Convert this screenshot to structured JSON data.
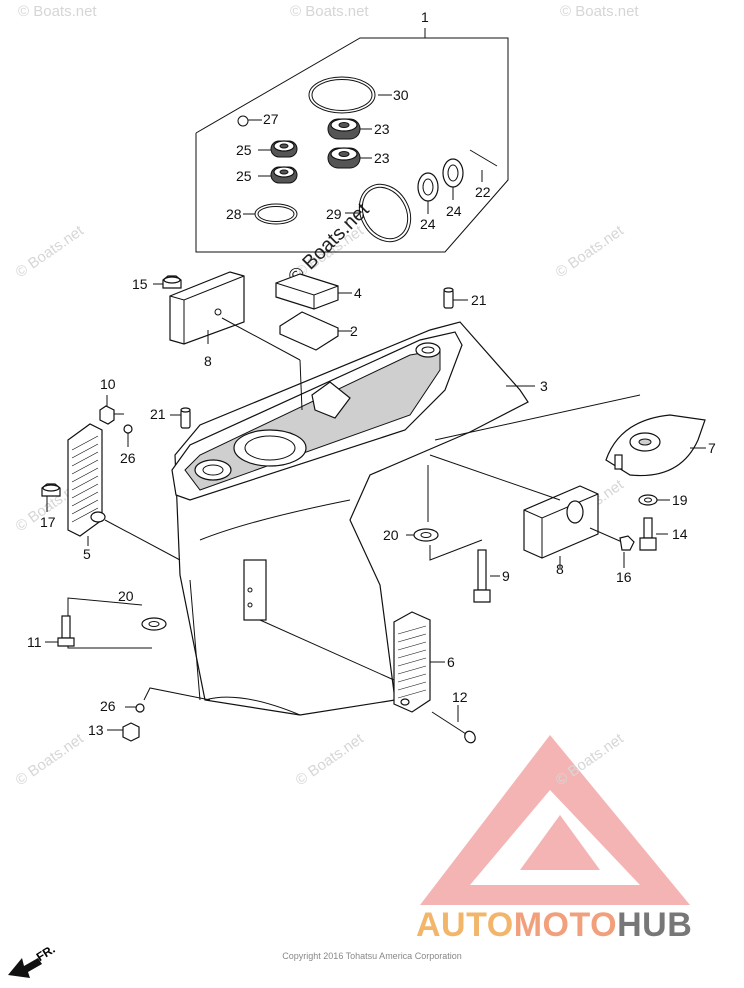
{
  "watermark": "© Boats.net",
  "copyright": "Copyright 2016 Tohatsu America Corporation",
  "logo": {
    "part1": "AUTO",
    "part2": "MOTO",
    "part3": "HUB"
  },
  "direction_label": "FR.",
  "callouts": {
    "c1": "1",
    "c2": "2",
    "c3": "3",
    "c4": "4",
    "c5": "5",
    "c6": "6",
    "c7": "7",
    "c8a": "8",
    "c8b": "8",
    "c9": "9",
    "c10": "10",
    "c11": "11",
    "c12": "12",
    "c13": "13",
    "c14": "14",
    "c15": "15",
    "c16": "16",
    "c17": "17",
    "c19": "19",
    "c20a": "20",
    "c20b": "20",
    "c21a": "21",
    "c21b": "21",
    "c22": "22",
    "c23a": "23",
    "c23b": "23",
    "c24a": "24",
    "c24b": "24",
    "c25a": "25",
    "c25b": "25",
    "c26a": "26",
    "c26b": "26",
    "c27": "27",
    "c28": "28",
    "c29": "29",
    "c30": "30"
  },
  "colors": {
    "logo_triangle": "#f08080",
    "logo_text_orange": "#f2b56a",
    "logo_text_gray": "#777777"
  }
}
